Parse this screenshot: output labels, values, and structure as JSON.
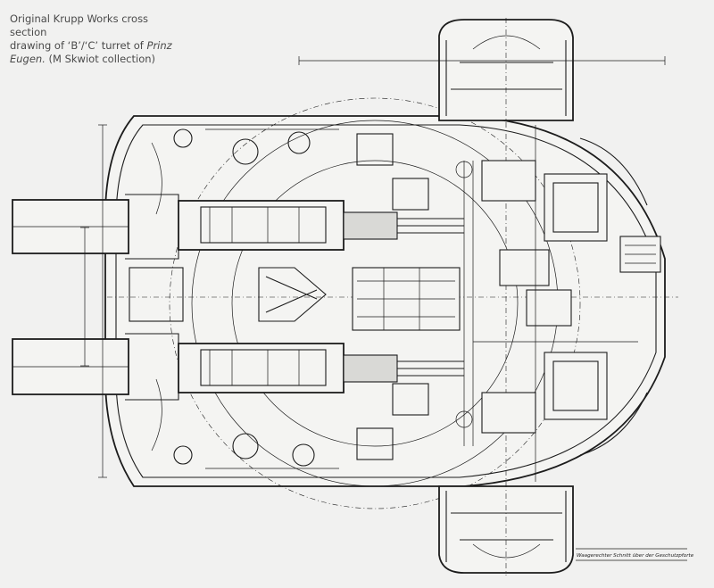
{
  "caption": {
    "line1": "Original Krupp Works cross section",
    "line2_prefix": "drawing of ‘B’/‘C’ turret of ",
    "line2_italic": "Prinz",
    "line3_italic": "Eugen.",
    "line3_rest": " (M Skwiot collection)"
  },
  "drawing": {
    "title_block": {
      "main_title": "Waagerechter Schnitt über der Geschutzpforte"
    }
  },
  "colors": {
    "paper": "#f1f1f0",
    "ink": "#1c1c1c",
    "caption_text": "#4a4a4a"
  }
}
